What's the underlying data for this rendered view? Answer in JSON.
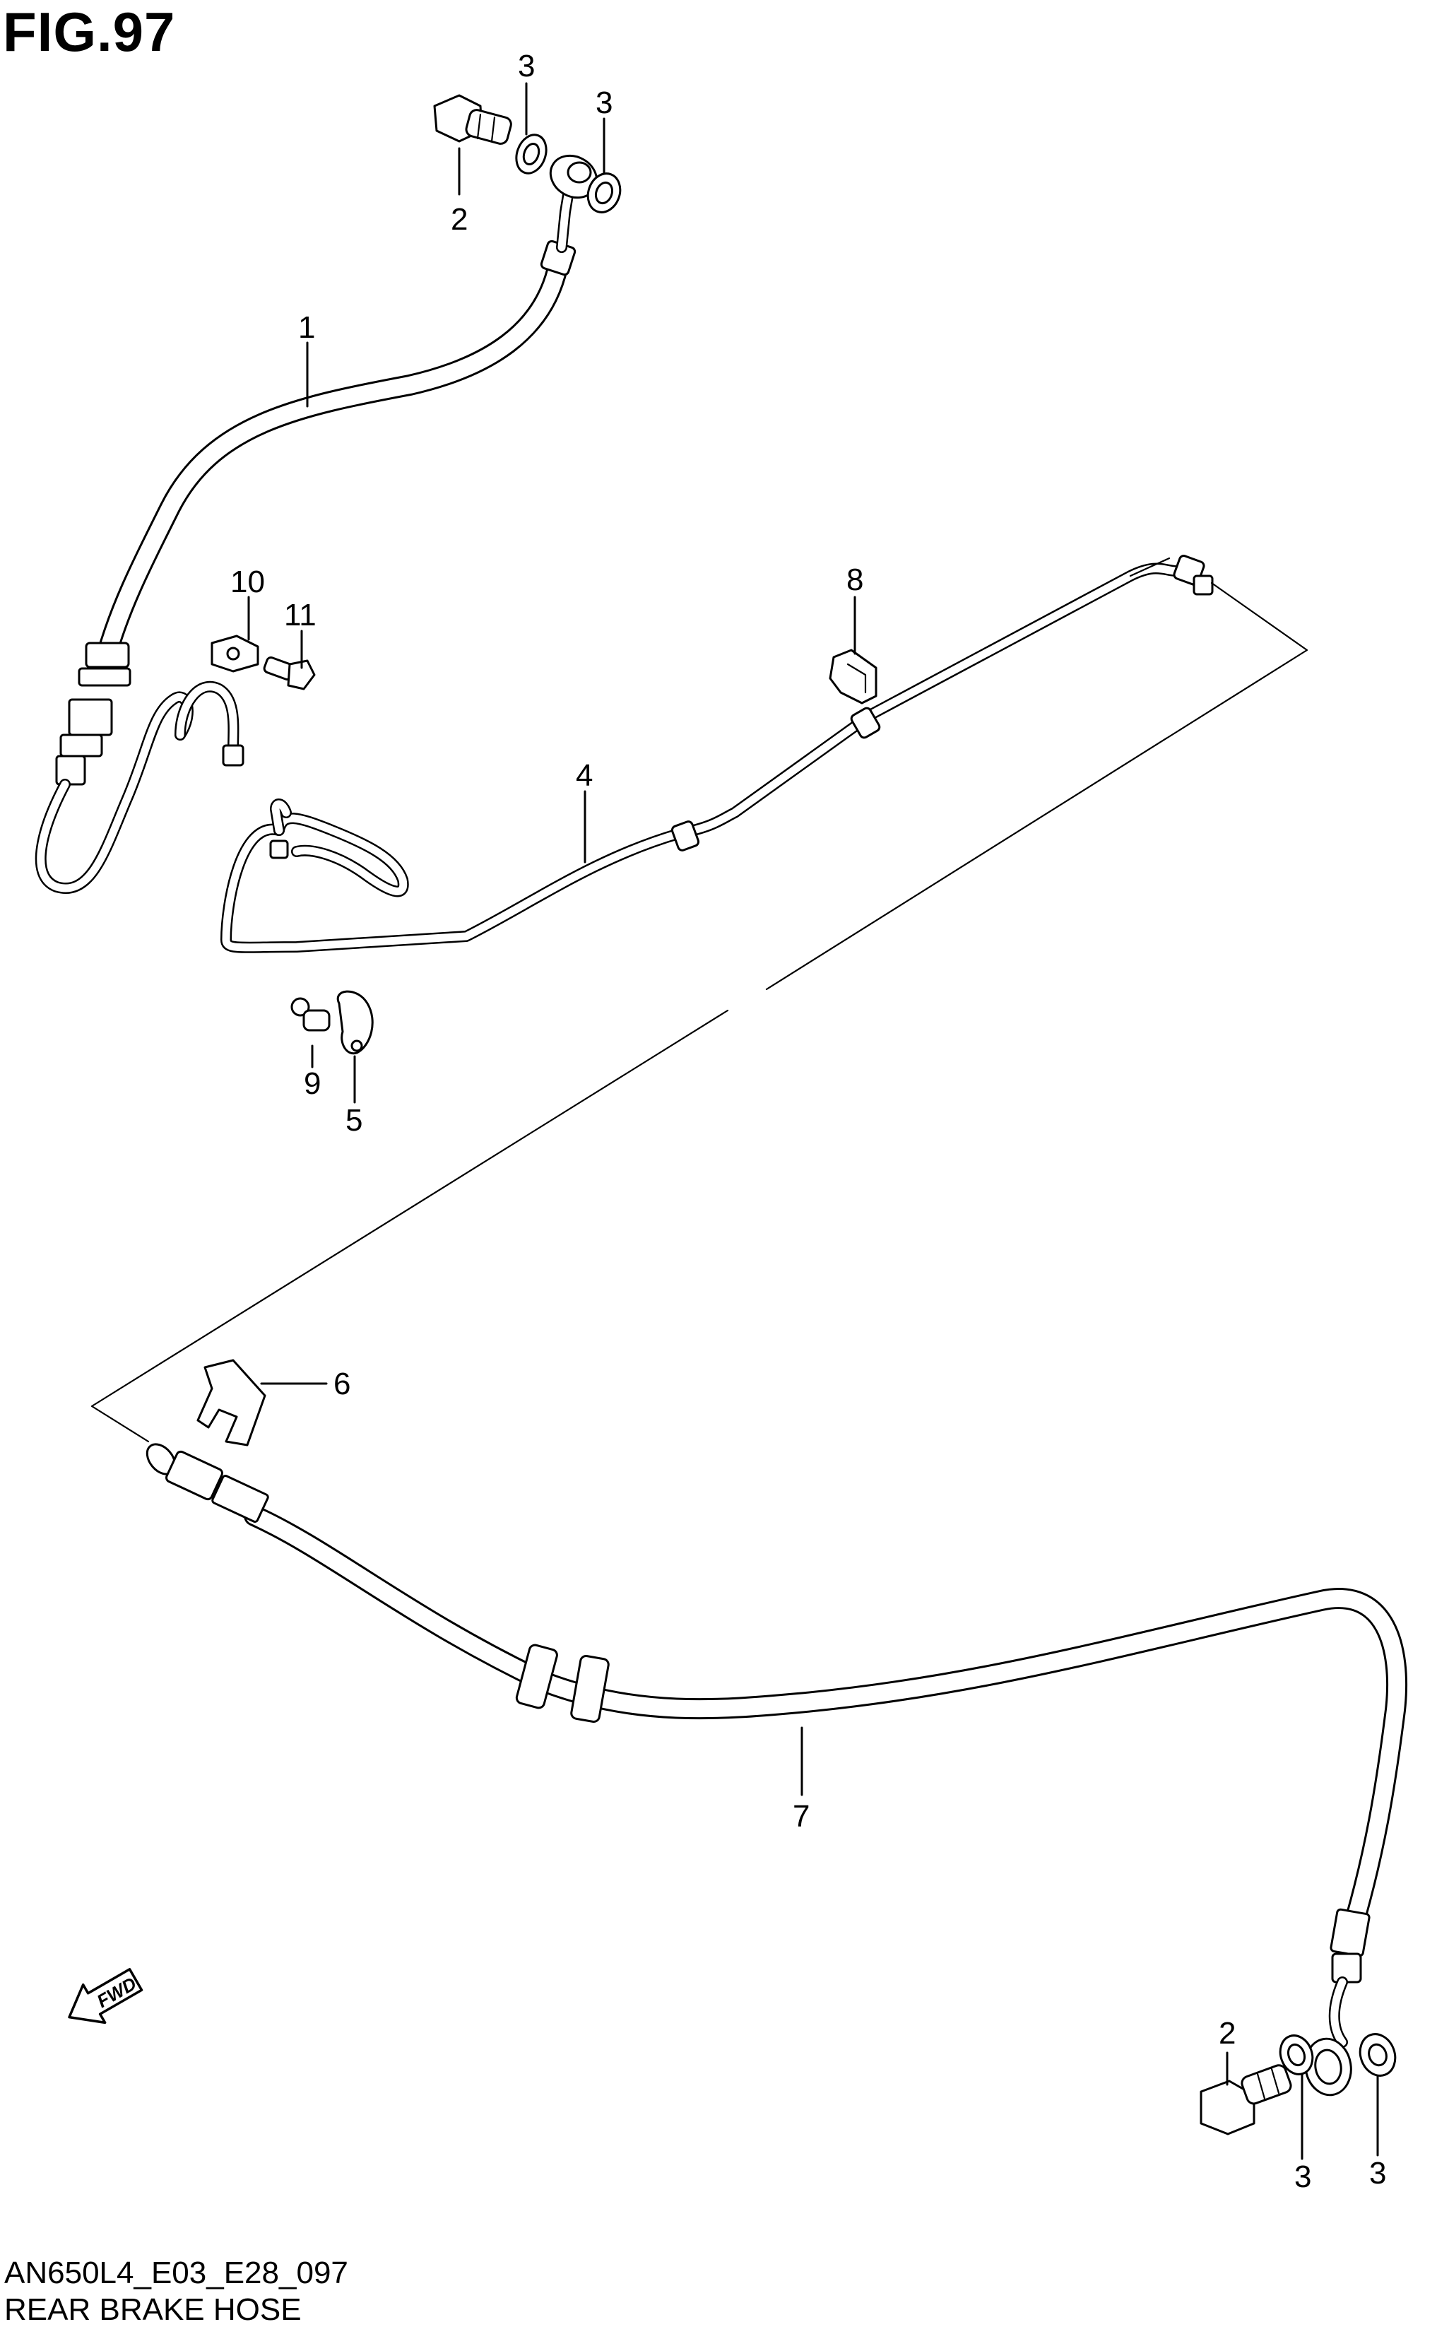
{
  "figure": {
    "title": "FIG.97",
    "code": "AN650L4_E03_E28_097",
    "name": "REAR BRAKE HOSE"
  },
  "callouts": {
    "c1": "1",
    "c2_top": "2",
    "c3_top_a": "3",
    "c3_top_b": "3",
    "c4": "4",
    "c5": "5",
    "c6": "6",
    "c7": "7",
    "c8": "8",
    "c9": "9",
    "c10": "10",
    "c11": "11",
    "c2_bottom": "2",
    "c3_bottom_a": "3",
    "c3_bottom_b": "3"
  },
  "direction_marker": {
    "label": "FWD",
    "icon": "forward-arrow-icon"
  }
}
